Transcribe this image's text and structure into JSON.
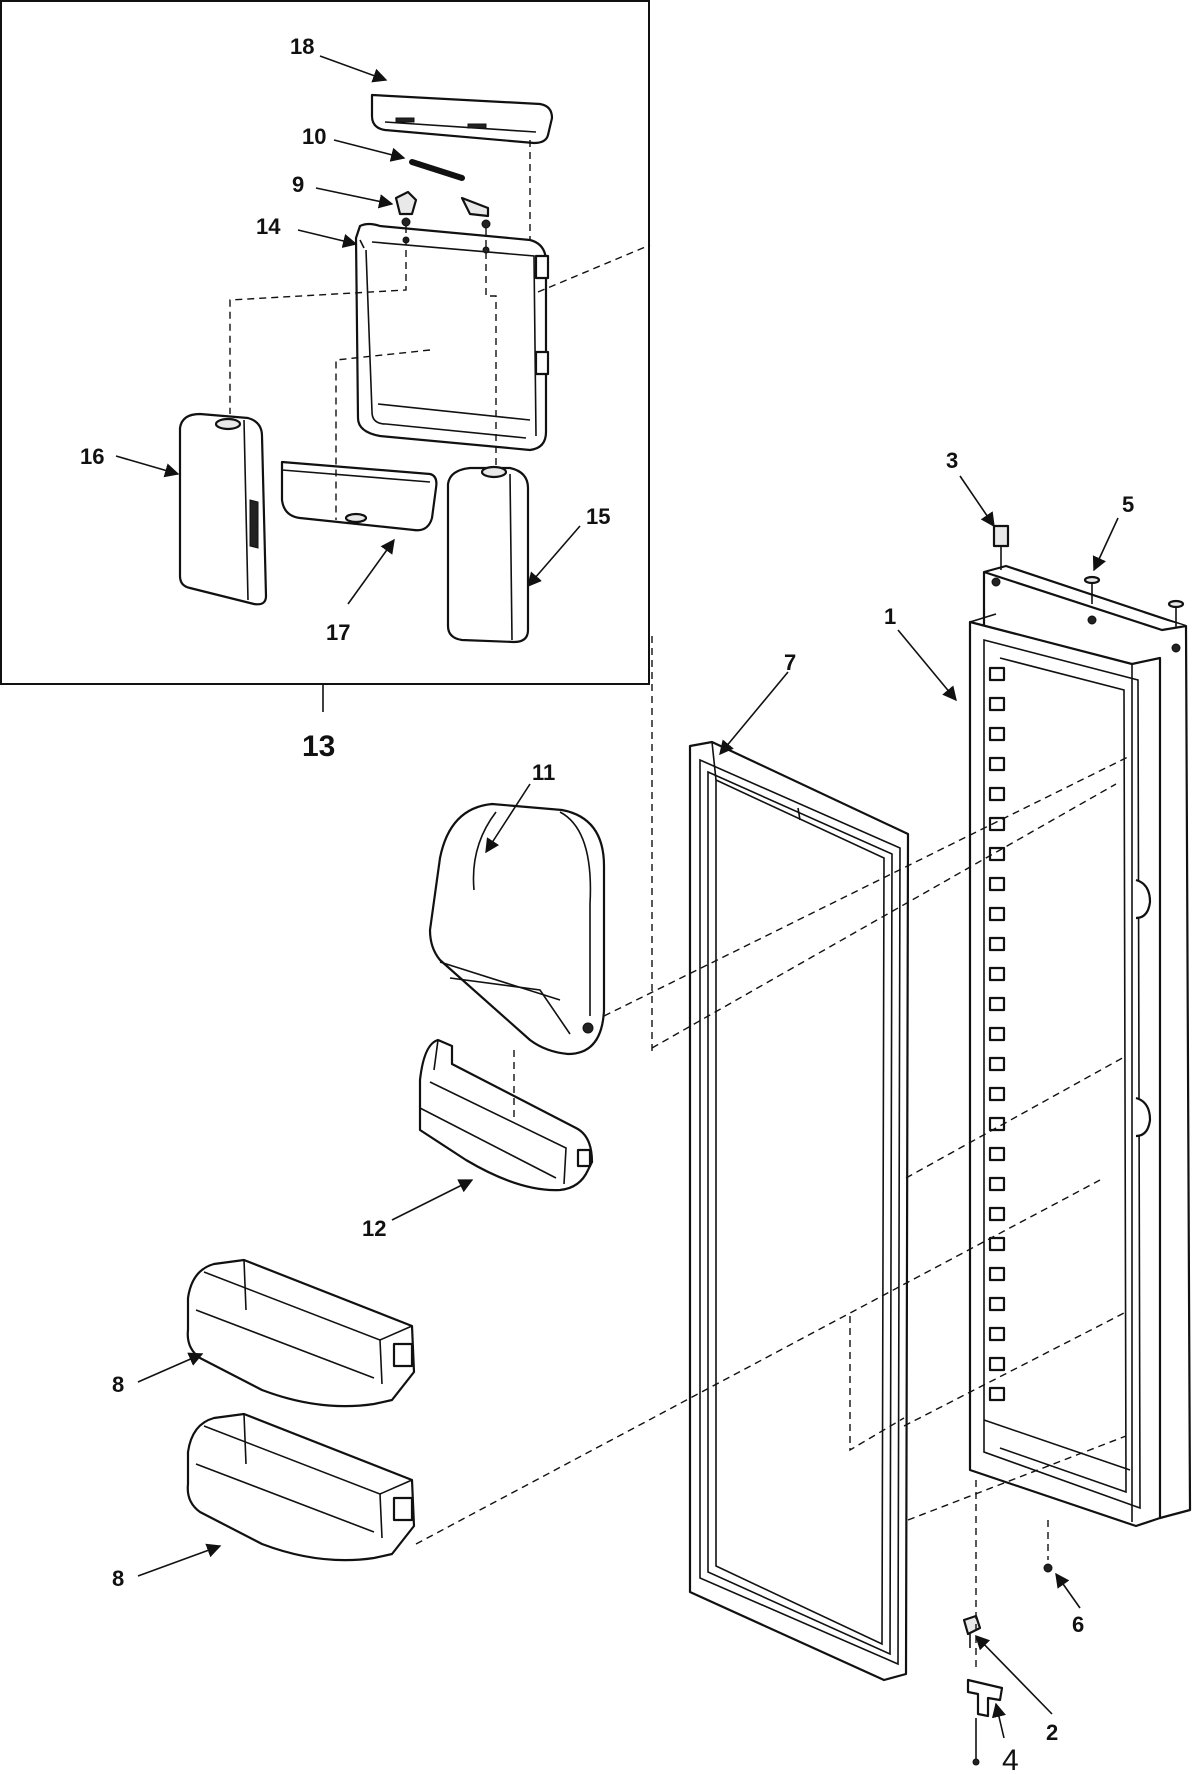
{
  "diagram": {
    "kit_label": "13",
    "callouts": {
      "p1": "1",
      "p2": "2",
      "p3": "3",
      "p4": "4",
      "p5": "5",
      "p6": "6",
      "p7": "7",
      "p8a": "8",
      "p8b": "8",
      "p9": "9",
      "p10": "10",
      "p11": "11",
      "p12": "12",
      "p14": "14",
      "p15": "15",
      "p16": "16",
      "p17": "17",
      "p18": "18"
    }
  }
}
